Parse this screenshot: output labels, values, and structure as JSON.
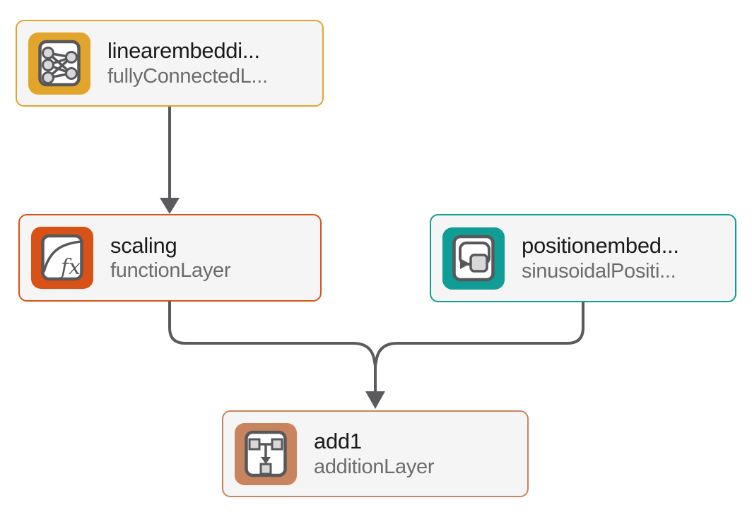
{
  "diagram": {
    "kind": "layer-graph",
    "colors": {
      "edge": "#5B5B5E",
      "node_background": "#F5F5F5",
      "title_text": "#1A1A1A",
      "subtitle_text": "#6C6C70",
      "accent_gold": "#E2A52B",
      "accent_orange": "#D85218",
      "accent_teal": "#109D96",
      "accent_terracotta": "#C8845E"
    }
  },
  "nodes": {
    "linearembedding": {
      "title": "linearembeddi...",
      "subtitle": "fullyConnectedL...",
      "icon": "fully-connected-layer-icon",
      "accent": "#E2A52B"
    },
    "scaling": {
      "title": "scaling",
      "subtitle": "functionLayer",
      "icon": "function-layer-icon",
      "accent": "#D85218"
    },
    "positionembedding": {
      "title": "positionembed...",
      "subtitle": "sinusoidalPositi...",
      "icon": "position-embedding-layer-icon",
      "accent": "#109D96"
    },
    "add1": {
      "title": "add1",
      "subtitle": "additionLayer",
      "icon": "addition-layer-icon",
      "accent": "#C8845E"
    }
  },
  "connections": [
    {
      "from": "linearembedding",
      "to": "scaling"
    },
    {
      "from": "scaling",
      "to": "add1"
    },
    {
      "from": "positionembedding",
      "to": "add1"
    }
  ]
}
